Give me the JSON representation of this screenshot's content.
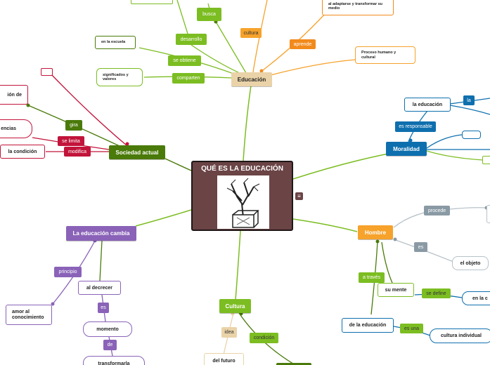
{
  "central": {
    "title": "QUÉ ES LA EDUCACIÓN",
    "image_icon": "tree-on-book-illustration",
    "note_icon": "note-icon"
  },
  "colors": {
    "brown": "#6b4446",
    "tan": "#ead3a8",
    "green_main": "#4a7a0a",
    "green_light": "#7cbd22",
    "orange": "#f28a1c",
    "orange_light": "#f6a22b",
    "blue": "#0e6fae",
    "purple": "#8a63b8",
    "crimson": "#c2143a",
    "gray": "#8a9aa5"
  },
  "educacion": {
    "title": "Educación",
    "busca": "busca",
    "desarrollo": "desarrollo",
    "se_obtiene": "se obtiene",
    "comparten": "comparten",
    "en_la_escuela": "en la escuela",
    "significados": "significados y valores",
    "cultura": "cultura",
    "aprende": "aprende",
    "adaptarse": "al adaptarse y transformar su medio",
    "proceso": "Proceso humano y cultural"
  },
  "sociedad": {
    "title": "Sociedad actual",
    "gira": "gira",
    "se_limita": "se limita",
    "modifica": "modifica",
    "cion_de": "ión de",
    "encias": "encias",
    "la_condicion": "la condición"
  },
  "moralidad": {
    "title": "Moralidad",
    "es_responsable": "es responsable",
    "la_educacion": "la educación",
    "la": "la"
  },
  "hombre": {
    "title": "Hombre",
    "procede": "procede",
    "es": "es",
    "el_objeto": "el objeto",
    "a_traves": "a través",
    "su_mente": "su mente",
    "se_define": "se define",
    "en_la_c": "en la c",
    "de_la_educacion": "de la educación",
    "es_una": "es una",
    "cultura_individual": "cultura individual"
  },
  "cambia": {
    "title": "La educación cambia",
    "principio": "principio",
    "amor": "amor al conocimiento",
    "al_decrecer": "al decrecer",
    "es": "es",
    "momento": "momento",
    "de": "de",
    "transformarla": "transformarla"
  },
  "cultura": {
    "title": "Cultura",
    "idea": "idea",
    "condicion": "condición",
    "del_futuro": "del futuro"
  }
}
